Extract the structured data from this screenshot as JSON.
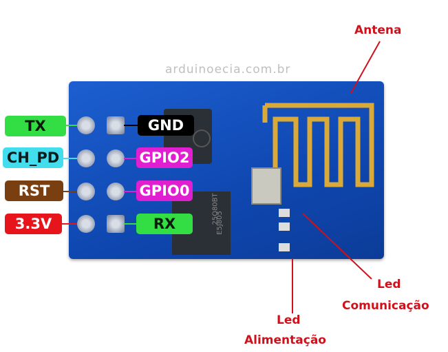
{
  "watermark": "arduinoecia.com.br",
  "pins_left": [
    {
      "label": "TX",
      "color": "#33dd44",
      "text_color": "#0b1a0b"
    },
    {
      "label": "CH_PD",
      "color": "#44ddee",
      "text_color": "#0b1a1a"
    },
    {
      "label": "RST",
      "color": "#7a3f10",
      "text_color": "#ffffff"
    },
    {
      "label": "3.3V",
      "color": "#e8141c",
      "text_color": "#ffffff"
    }
  ],
  "pins_right": [
    {
      "label": "GND",
      "color": "#000000",
      "text_color": "#ffffff"
    },
    {
      "label": "GPIO2",
      "color": "#e020d0",
      "text_color": "#ffffff"
    },
    {
      "label": "GPIO0",
      "color": "#e020d0",
      "text_color": "#ffffff"
    },
    {
      "label": "RX",
      "color": "#33dd44",
      "text_color": "#0b1a0b"
    }
  ],
  "annotations": {
    "antenna": "Antena",
    "led_comm_1": "Led",
    "led_comm_2": "Comunicação",
    "led_power_1": "Led",
    "led_power_2": "Alimentação"
  },
  "chip_marks": [
    "25Q80BT",
    "E5J805"
  ]
}
